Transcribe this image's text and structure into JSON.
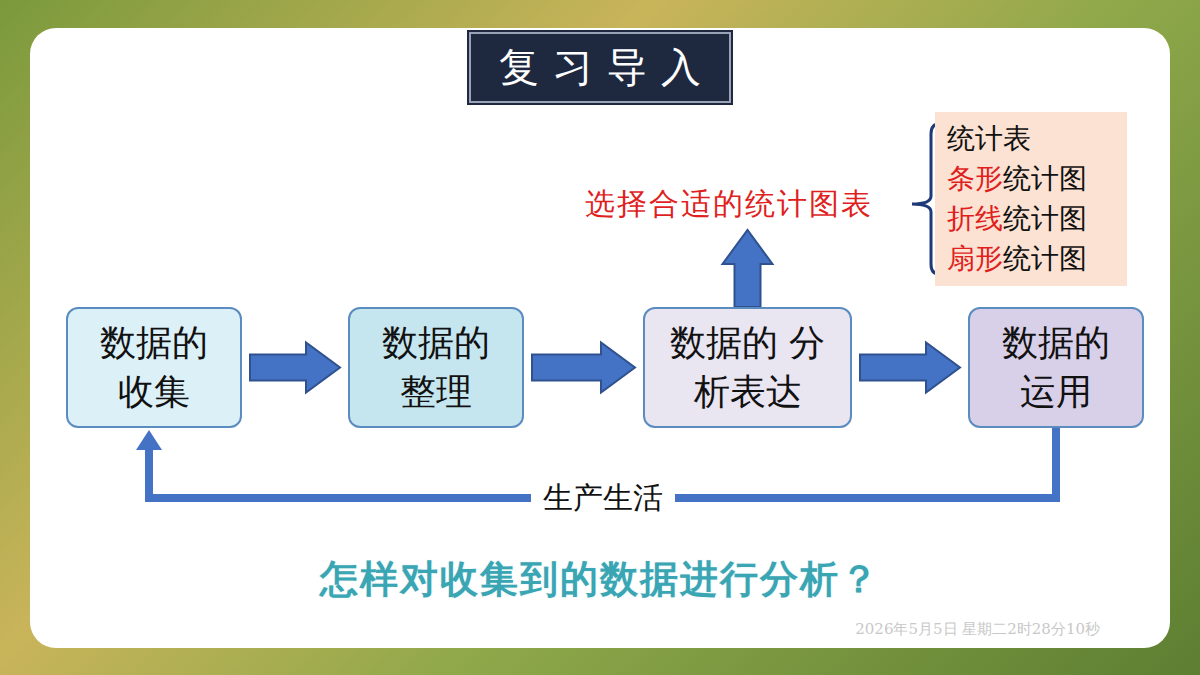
{
  "diagram": {
    "title": "复习导入",
    "caption": "怎样对收集到的数据进行分析？",
    "nodes": [
      {
        "text": [
          "数据的 收集"
        ]
      },
      {
        "text": [
          "数据的 整理"
        ]
      },
      {
        "text": [
          "数据的 分析表达"
        ]
      },
      {
        "text": [
          "数据的 运用"
        ]
      },
      {
        "text": [
          "选择合适的统计图表"
        ]
      },
      {
        "text": [
          "统计表",
          "条形",
          "统计图",
          "折线",
          "统计图",
          "扇形",
          "统计图"
        ]
      }
    ],
    "edges": [
      {
        "from": 0,
        "to": 1,
        "arrow": "to"
      },
      {
        "from": 1,
        "to": 2,
        "arrow": "to"
      },
      {
        "from": 2,
        "to": 3,
        "arrow": "to"
      },
      {
        "from": 2,
        "to": 4,
        "arrow": "to"
      },
      {
        "from": 3,
        "to": 0,
        "label": "生产生活",
        "arrow": "to"
      }
    ],
    "labels": [
      "2026年5月5日 星期二2时28分10秒"
    ]
  }
}
